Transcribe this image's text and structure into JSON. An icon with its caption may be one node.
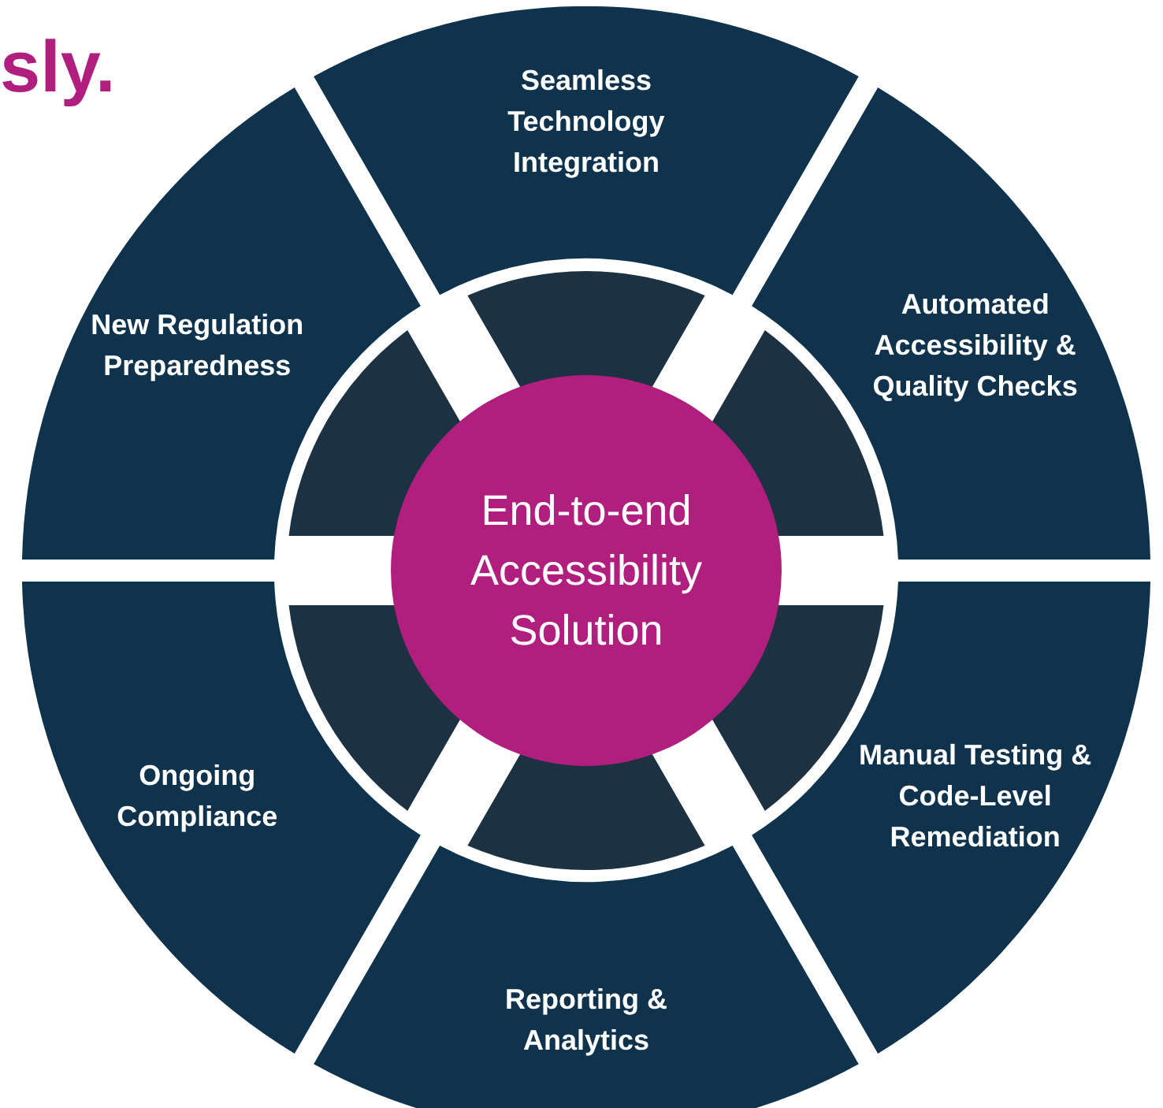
{
  "diagram": {
    "nodes": [
      {
        "text": [
          "Seamless Technology Integration"
        ]
      },
      {
        "text": [
          "Automated Accessibility & Quality Checks"
        ]
      },
      {
        "text": [
          "Manual Testing & Code-Level Remediation"
        ]
      },
      {
        "text": [
          "Reporting & Analytics"
        ]
      },
      {
        "text": [
          "Ongoing Compliance"
        ]
      },
      {
        "text": [
          "New Regulation Preparedness"
        ]
      },
      {
        "text": [
          "End-to-end Accessibility Solution"
        ]
      }
    ],
    "labels": [
      "sly."
    ]
  }
}
